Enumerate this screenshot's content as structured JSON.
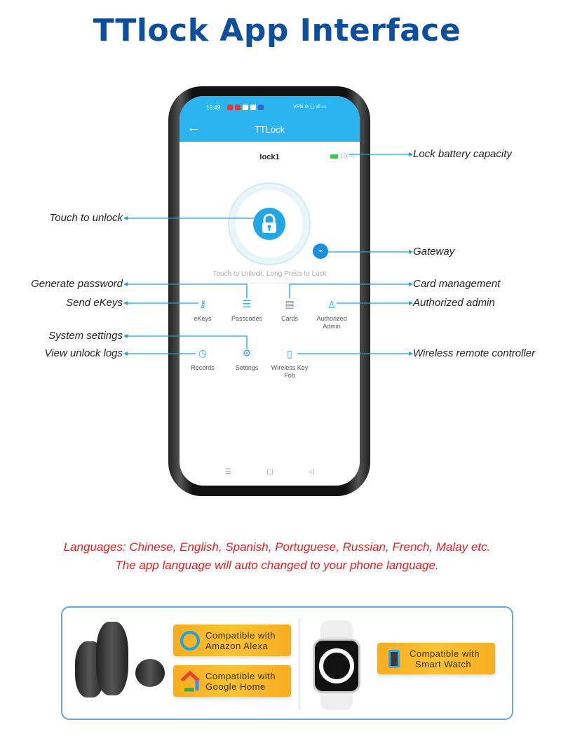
{
  "title": "TTlock App Interface",
  "phone": {
    "status": {
      "time": "15:49",
      "right": "VPN  ⊘  ▢  ᵢıll  ▭"
    },
    "app_title": "TTLock",
    "lock_name": "lock1",
    "battery": "100%",
    "battery_level": 100,
    "hint": "Touch to Unlock, Long Press to Lock",
    "items": [
      {
        "label": "eKeys",
        "icon": "key-icon"
      },
      {
        "label": "Passcodes",
        "icon": "passcode-list-icon"
      },
      {
        "label": "Cards",
        "icon": "card-icon"
      },
      {
        "label": "Authorized\nAdmin",
        "icon": "admin-user-icon"
      },
      {
        "label": "Records",
        "icon": "history-icon"
      },
      {
        "label": "Settings",
        "icon": "gear-icon"
      },
      {
        "label": "Wireless Key\nFob",
        "icon": "key-fob-icon"
      }
    ]
  },
  "annotations": {
    "battery": "Lock battery capacity",
    "unlock": "Touch to unlock",
    "gateway": "Gateway",
    "password": "Generate password",
    "card": "Card management",
    "ekeys": "Send eKeys",
    "admin": "Authorized admin",
    "settings": "System settings",
    "logs": "View unlock logs",
    "remote": "Wireless remote controller"
  },
  "languages": {
    "line1": "Languages: Chinese, English, Spanish, Portuguese, Russian, French, Malay etc.",
    "line2": "The app language will auto changed to your phone language."
  },
  "compat": [
    {
      "l1": "Compatible  with",
      "l2": "Amazon  Alexa"
    },
    {
      "l1": "Compatible  with",
      "l2": "Google  Home"
    },
    {
      "l1": "Compatible  with",
      "l2": "Smart  Watch"
    }
  ],
  "colors": {
    "title": "#0b4f9e",
    "app": "#2bb5f0",
    "accent": "#23a6e6",
    "languages": "#e0201e",
    "badge": "#f8b62a"
  }
}
